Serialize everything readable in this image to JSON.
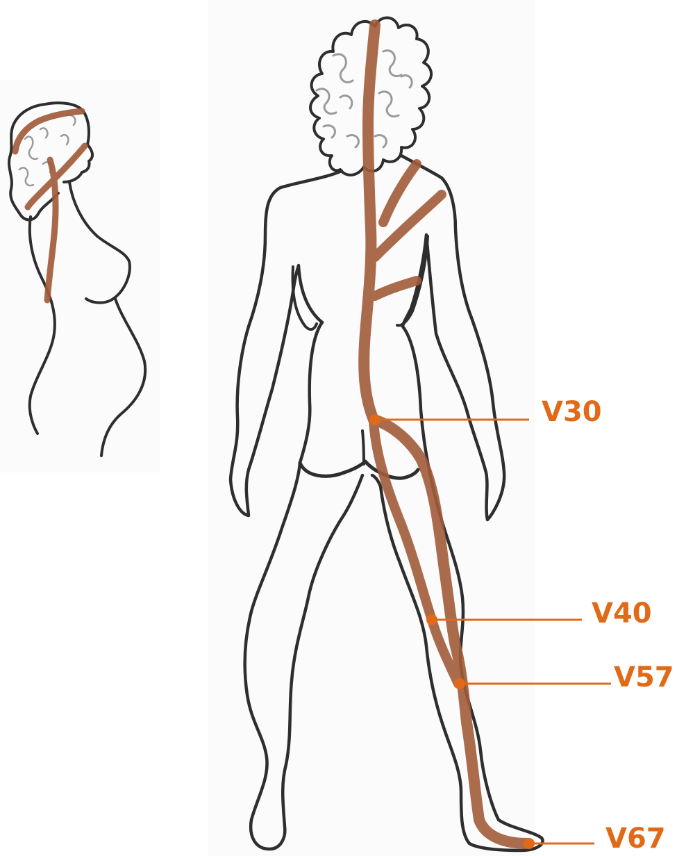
{
  "colors": {
    "outline": "#2e2e2e",
    "meridian": "#a25c3a",
    "point": "#e06a17",
    "hair": "#9a9a9a",
    "panel": "#fbfbfb"
  },
  "points": [
    {
      "id": "v30",
      "label": "V30"
    },
    {
      "id": "v40",
      "label": "V40"
    },
    {
      "id": "v57",
      "label": "V57"
    },
    {
      "id": "v67",
      "label": "V67"
    }
  ]
}
